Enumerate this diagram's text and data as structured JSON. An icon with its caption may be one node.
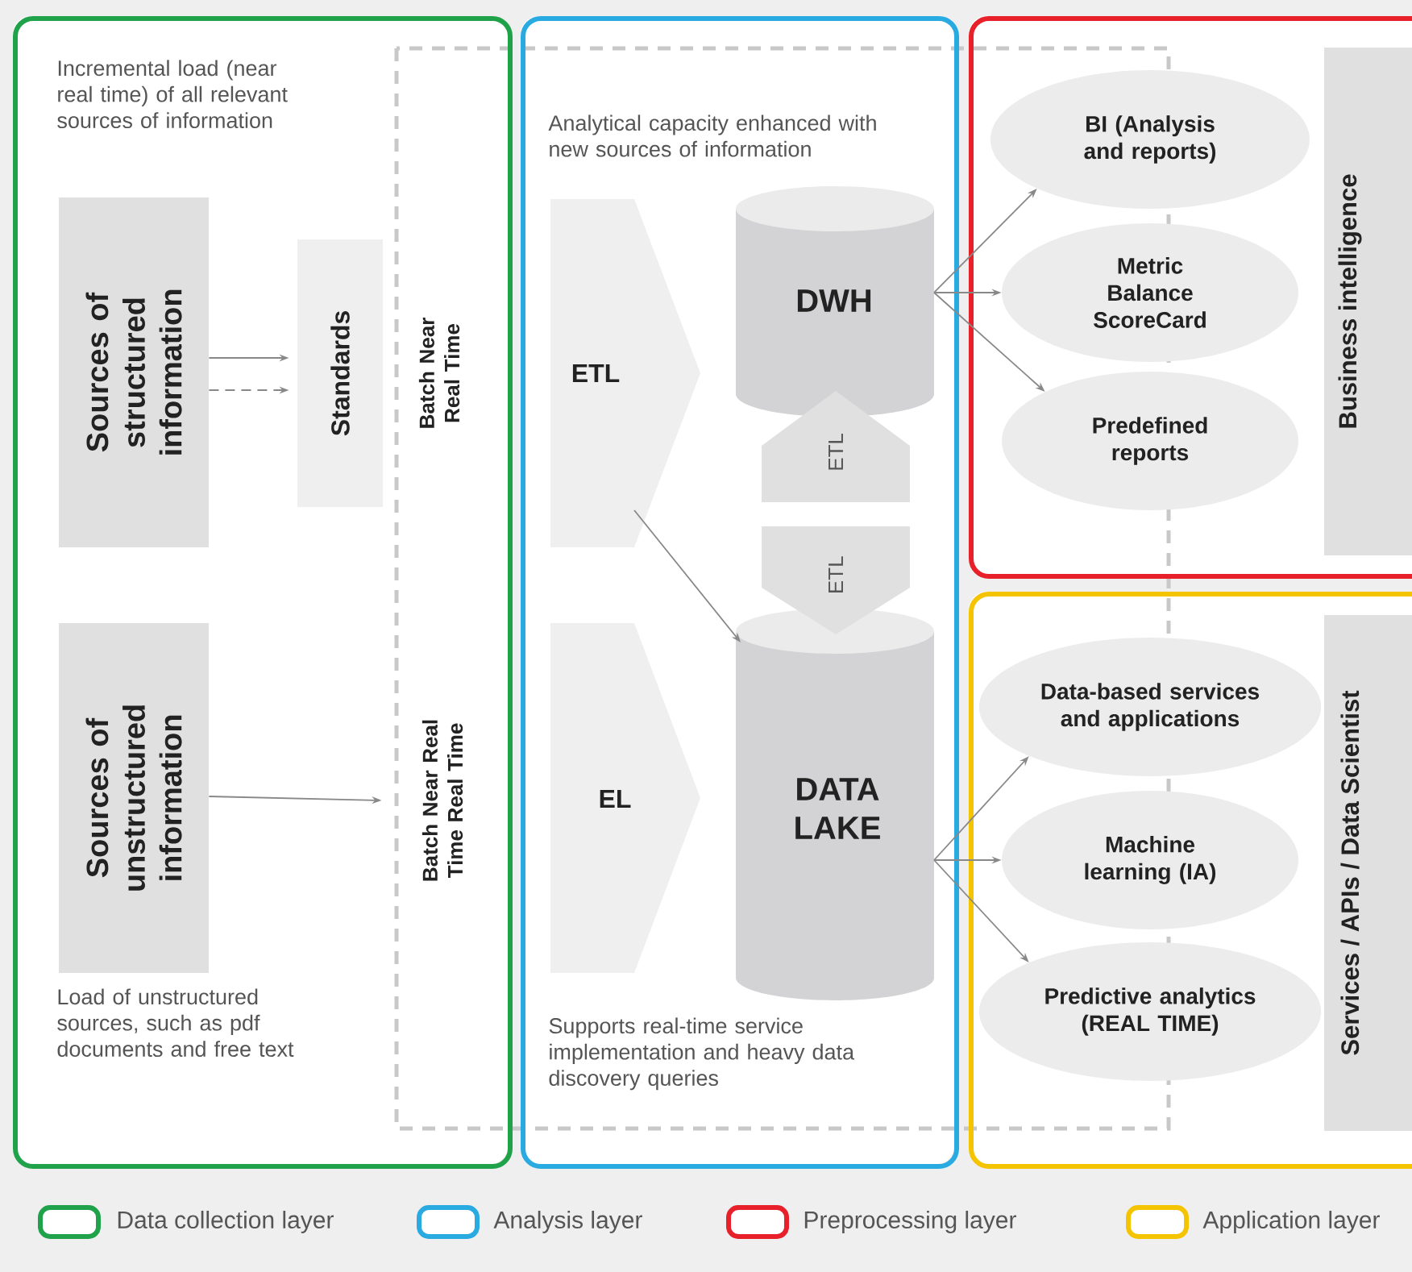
{
  "diagram": {
    "nodes": [
      {
        "text": [
          "Incremental load (near real time) of all relevant sources of information",
          "Load of unstructured sources, such as pdf documents and free text"
        ]
      },
      {
        "text": [
          "Sources of structured information"
        ],
        "in": 0
      },
      {
        "text": [
          "Standards"
        ],
        "in": 0
      },
      {
        "text": [
          "Sources of unstructured information"
        ],
        "in": 0
      },
      {
        "text": [
          "Batch Near Real Time"
        ],
        "in": 0
      },
      {
        "text": [
          "Batch Near Real Time Real Time"
        ],
        "in": 0
      },
      {
        "text": [
          "Analytical capacity enhanced with new sources of information",
          "Supports real-time service implementation and heavy data discovery queries"
        ]
      },
      {
        "text": [
          "ETL"
        ],
        "in": 6
      },
      {
        "text": [
          "DWH"
        ],
        "in": 6
      },
      {
        "text": [
          "EL"
        ],
        "in": 6
      },
      {
        "text": [
          "DATA LAKE"
        ],
        "in": 6
      },
      {
        "text": [],
        "shape": "box"
      },
      {
        "text": [
          "BI (Analysis and reports)"
        ],
        "in": 11
      },
      {
        "text": [
          "Metric Balance ScoreCard"
        ],
        "in": 11
      },
      {
        "text": [
          "Predefined reports"
        ],
        "in": 11
      },
      {
        "text": [
          "Business intelligence"
        ],
        "in": 11
      },
      {
        "text": [],
        "shape": "box"
      },
      {
        "text": [
          "Data-based services and applications"
        ],
        "in": 16
      },
      {
        "text": [
          "Machine learning (IA)"
        ],
        "in": 16
      },
      {
        "text": [
          "Predictive analytics (REAL TIME)"
        ],
        "in": 16
      },
      {
        "text": [
          "Services / APIs / Data Scientist"
        ],
        "in": 16
      }
    ],
    "edges": [
      {
        "from": 1,
        "to": 2,
        "arrow": "to"
      },
      {
        "from": 1,
        "to": 2,
        "arrow": "to",
        "style": "dashed"
      },
      {
        "from": 3,
        "to": 5,
        "arrow": "to"
      },
      {
        "from": 7,
        "to": 10,
        "arrow": "to"
      },
      {
        "from": null,
        "to": 8,
        "arrow": "to",
        "label": "ETL",
        "style": "thick"
      },
      {
        "from": null,
        "to": 10,
        "arrow": "to",
        "label": "ETL",
        "style": "thick"
      },
      {
        "from": 8,
        "to": 12,
        "arrow": "to"
      },
      {
        "from": 8,
        "to": 13,
        "arrow": "to"
      },
      {
        "from": 8,
        "to": 14,
        "arrow": "to"
      },
      {
        "from": 10,
        "to": 17,
        "arrow": "to"
      },
      {
        "from": 10,
        "to": 18,
        "arrow": "to"
      },
      {
        "from": 10,
        "to": 19,
        "arrow": "to"
      }
    ],
    "legend": [
      {
        "text": "Data collection layer",
        "color": "#1fa24a"
      },
      {
        "text": "Analysis layer",
        "color": "#29abe2"
      },
      {
        "text": "Preprocessing layer",
        "color": "#e8202a"
      },
      {
        "text": "Application layer",
        "color": "#f5c400"
      }
    ]
  }
}
